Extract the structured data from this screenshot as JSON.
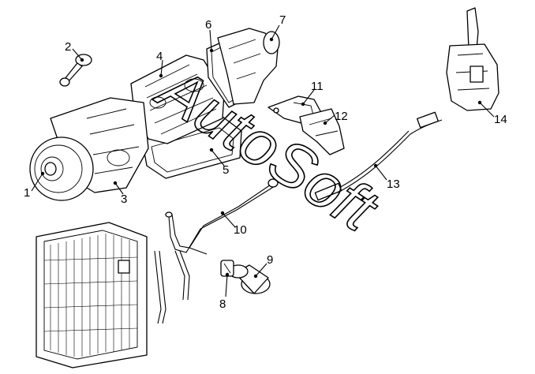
{
  "callouts": [
    "1",
    "2",
    "3",
    "4",
    "5",
    "6",
    "7",
    "8",
    "9",
    "10",
    "11",
    "12",
    "13",
    "14"
  ],
  "watermark": "AutoSoft"
}
